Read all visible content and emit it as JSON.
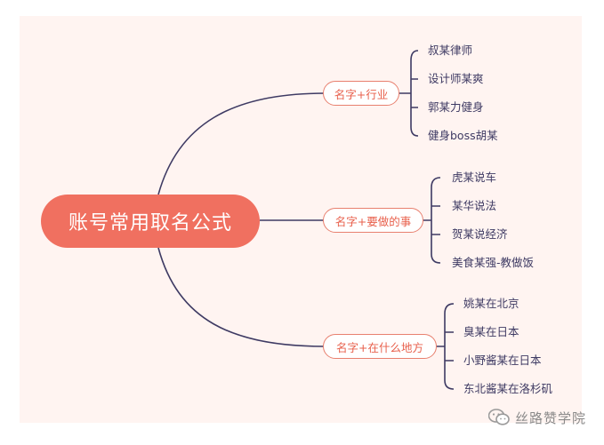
{
  "mindmap": {
    "root": "账号常用取名公式",
    "branches": [
      {
        "label": "名字+行业",
        "leaves": [
          "叔某律师",
          "设计师某爽",
          "郭某力健身",
          "健身boss胡某"
        ]
      },
      {
        "label": "名字+要做的事",
        "leaves": [
          "虎某说车",
          "某华说法",
          "贺某说经济",
          "美食某强-教做饭"
        ]
      },
      {
        "label": "名字+在什么地方",
        "leaves": [
          "姚某在北京",
          "臭某在日本",
          "小野酱某在日本",
          "东北酱某在洛杉矶"
        ]
      }
    ]
  },
  "watermark": {
    "text": "丝路赞学院",
    "icon": "wechat-icon"
  },
  "colors": {
    "root": "#f07060",
    "branch_border": "#e8806f",
    "branch_text": "#e8604c",
    "line": "#3e3a63",
    "background": "#fff4f1"
  }
}
